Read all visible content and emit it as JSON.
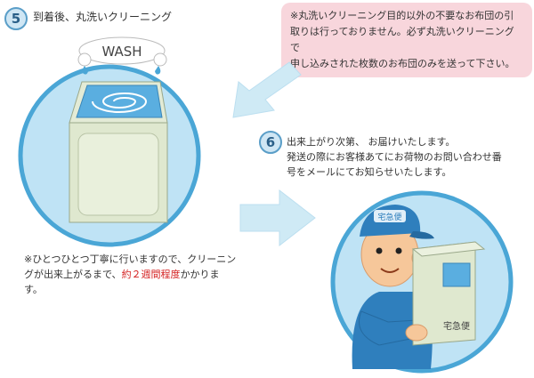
{
  "step5": {
    "number": "5",
    "title": "到着後、丸洗いクリーニング",
    "bubble_text": "WASH",
    "note_before": "※ひとつひとつ丁寧に行いますので、クリーニングが出来上がるまで、",
    "note_highlight": "約２週間程度",
    "note_after": "かかります。"
  },
  "notice": {
    "line1": "※丸洗いクリーニング目的以外の不要なお布団の引",
    "line2": "取りは行っておりません。必ず丸洗いクリーニングで",
    "line3": "申し込みされた枚数のお布団のみを送って下さい。"
  },
  "step6": {
    "number": "6",
    "line1": "出来上がり次第、 お届けいたします。",
    "line2": "発送の際にお客様あてにお荷物のお問い合わせ番",
    "line3": "号をメールにてお知らせいたします。",
    "cap_text": "宅急便",
    "box_text": "宅急便"
  },
  "colors": {
    "circle_fill": "#bfe3f5",
    "circle_border": "#4aa6d6",
    "arrow": "#cfeaf5",
    "notice_bg": "#f8d6dc",
    "highlight": "#d42020"
  }
}
